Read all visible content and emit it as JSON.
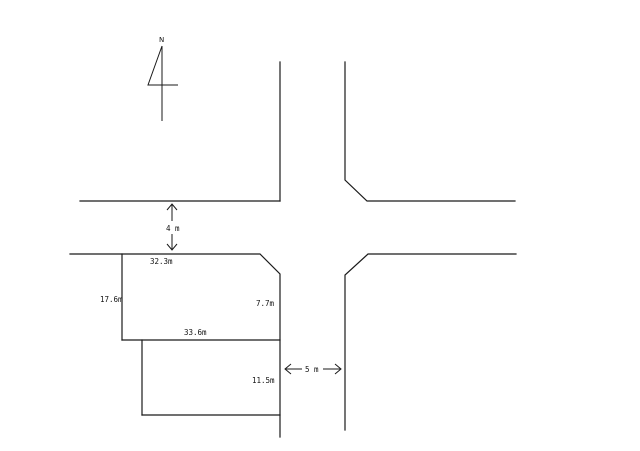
{
  "compass": {
    "north_label": "N",
    "icon": "north-arrow-icon"
  },
  "roads": {
    "north_road_width": "4 m",
    "east_road_width": "5 m"
  },
  "lot_upper": {
    "top_edge": "32.3m",
    "left_edge": "17.6m",
    "right_edge": "7.7m",
    "bottom_edge": "33.6m"
  },
  "lot_lower": {
    "right_edge": "11.5m"
  }
}
